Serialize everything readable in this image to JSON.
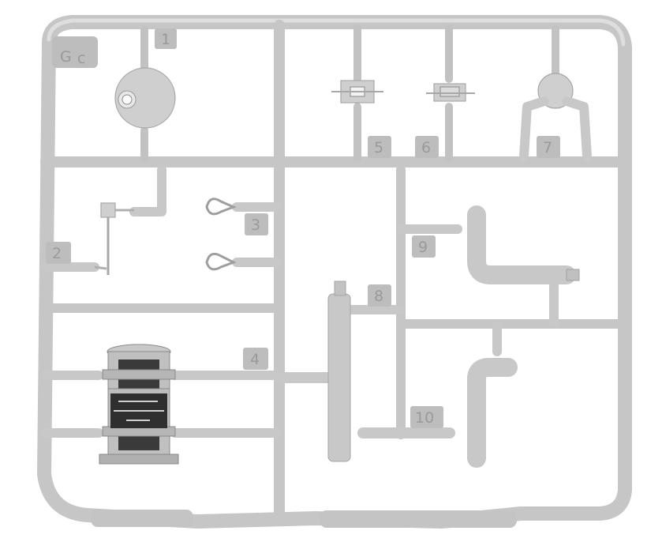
{
  "sprue": {
    "letter": "G",
    "letter_sub": "c"
  },
  "part_numbers": {
    "p1": "1",
    "p2": "2",
    "p3": "3",
    "p4": "4",
    "p5": "5",
    "p6": "6",
    "p7": "7",
    "p8": "8",
    "p9": "9",
    "p10": "10"
  },
  "colors": {
    "plastic": "#c6c6c6",
    "background": "#ffffff",
    "tank_dark": "#3a3a3a"
  }
}
